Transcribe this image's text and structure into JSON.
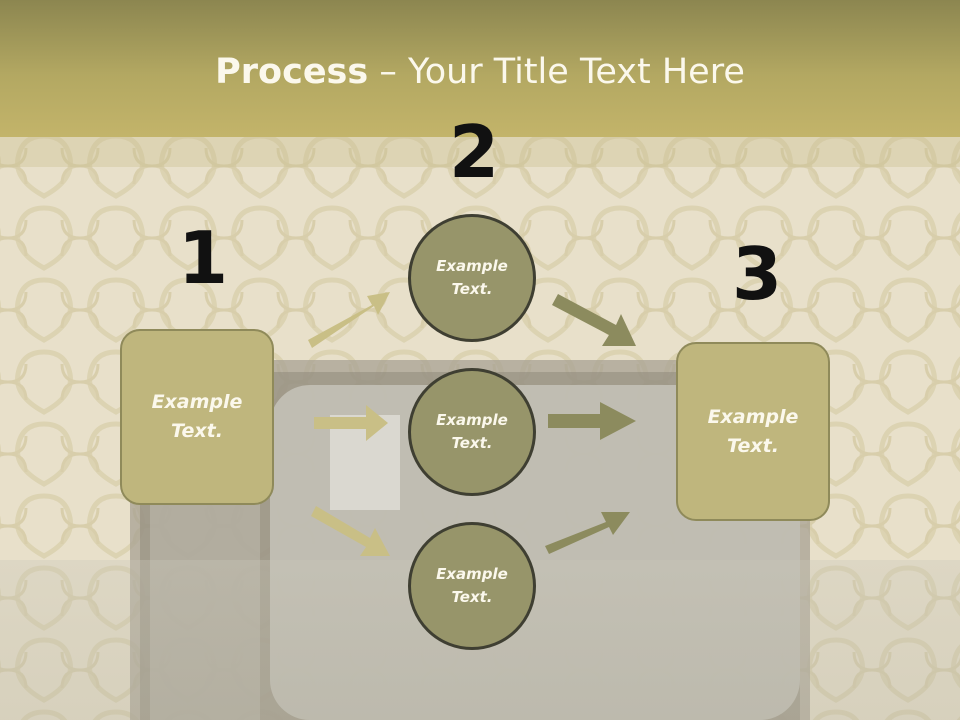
{
  "title": {
    "bold": "Process",
    "rest": " – Your Title Text Here"
  },
  "steps": {
    "one": {
      "number": "1",
      "text": "Example Text."
    },
    "two": {
      "number": "2"
    },
    "three": {
      "number": "3",
      "text": "Example Text."
    }
  },
  "circles": [
    {
      "text": "Example Text."
    },
    {
      "text": "Example Text."
    },
    {
      "text": "Example Text."
    }
  ],
  "colors": {
    "title_bar": "#b3a862",
    "box_fill": "#bfb67d",
    "circle_fill": "#97956a",
    "arrow_light": "#c9bf86",
    "arrow_dark": "#8c8b5e"
  }
}
